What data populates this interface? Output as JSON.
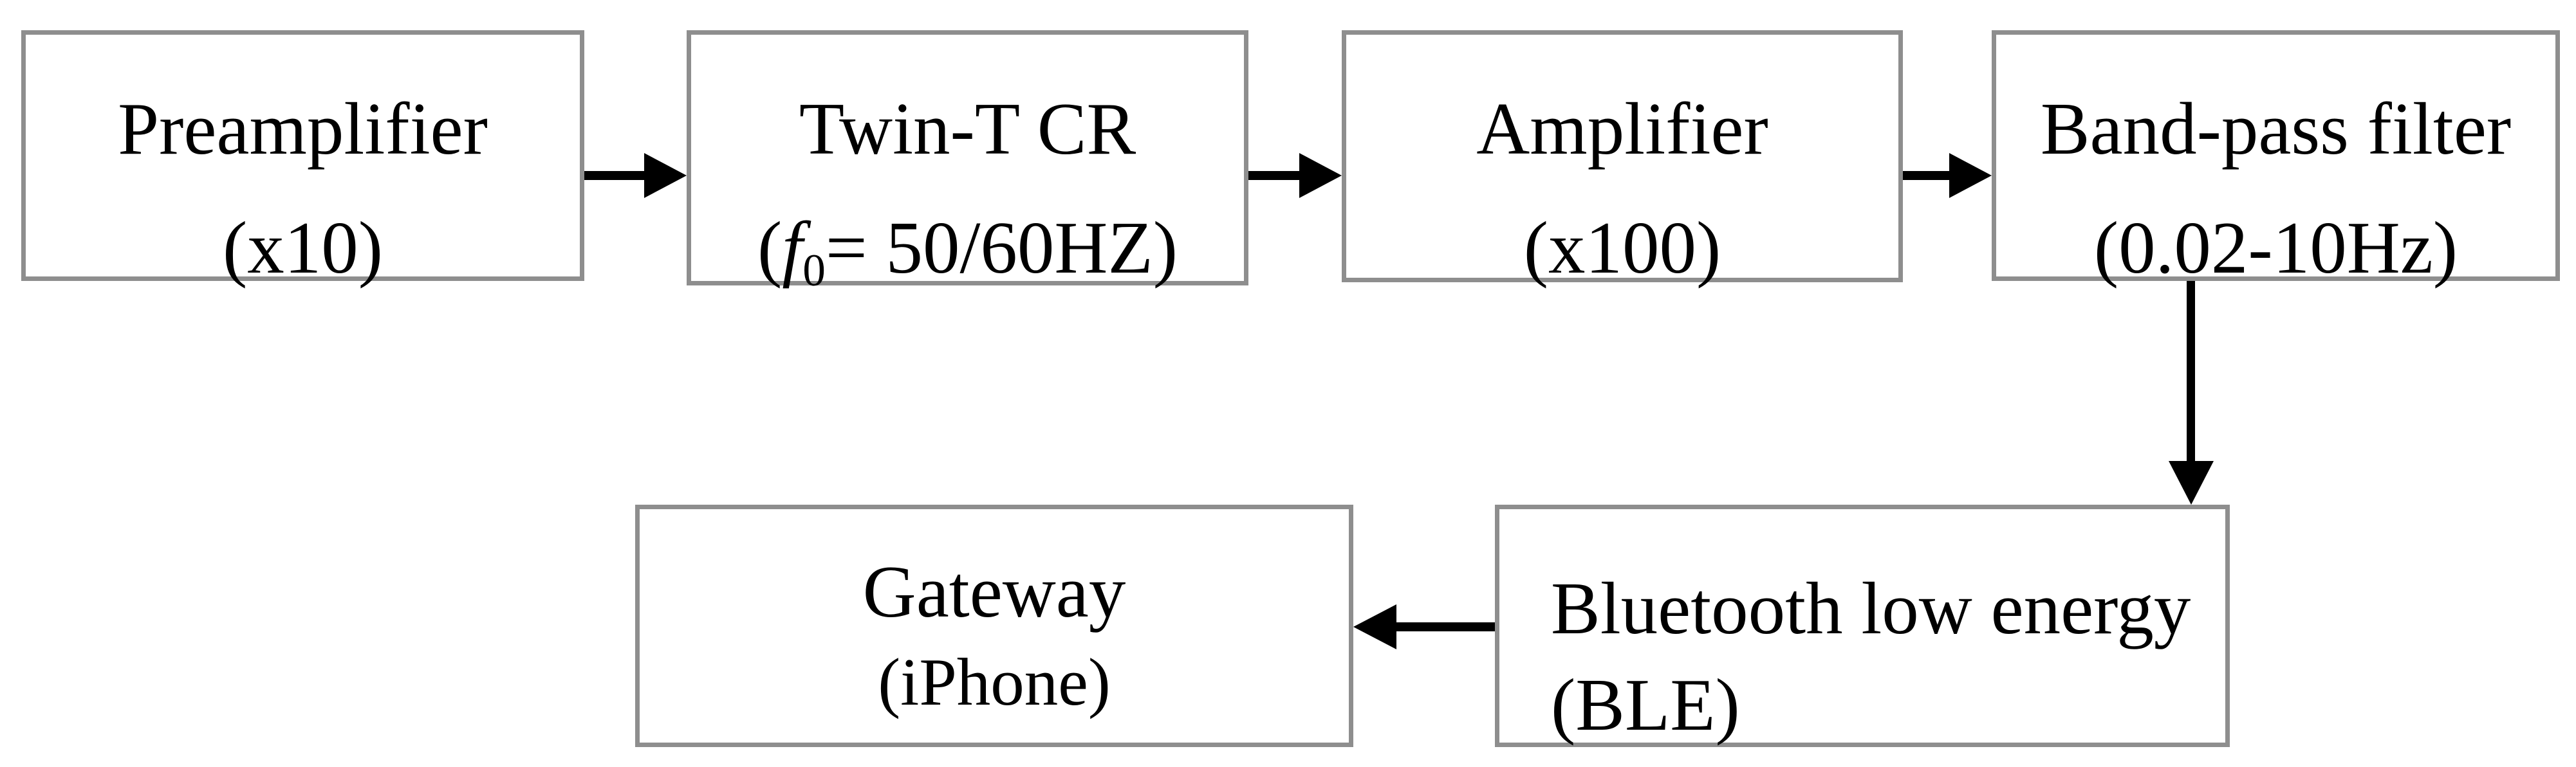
{
  "diagram": {
    "type": "block-diagram",
    "background_color": "#ffffff",
    "box_border_color": "#8e8e8e",
    "arrow_color": "#000000",
    "text_color": "#000000",
    "boxes": {
      "preamplifier": {
        "line1": "Preamplifier",
        "line2": "(x10)"
      },
      "twint": {
        "line1": "Twin-T CR",
        "line2_open": "(",
        "line2_f": "f",
        "line2_sub": "0",
        "line2_rest": "= 50/60HZ)"
      },
      "amplifier": {
        "line1": "Amplifier",
        "line2": "(x100)"
      },
      "bandpass": {
        "line1": "Band-pass filter",
        "line2": "(0.02-10Hz)"
      },
      "ble": {
        "line1": "Bluetooth low energy",
        "line2": "(BLE)"
      },
      "gateway": {
        "line1": "Gateway",
        "line2": "(iPhone)"
      }
    },
    "connections": [
      {
        "from": "Preamplifier",
        "to": "Twin-T CR",
        "direction": "right"
      },
      {
        "from": "Twin-T CR",
        "to": "Amplifier",
        "direction": "right"
      },
      {
        "from": "Amplifier",
        "to": "Band-pass filter",
        "direction": "right"
      },
      {
        "from": "Band-pass filter",
        "to": "Bluetooth low energy",
        "direction": "down"
      },
      {
        "from": "Bluetooth low energy",
        "to": "Gateway",
        "direction": "left"
      }
    ]
  }
}
